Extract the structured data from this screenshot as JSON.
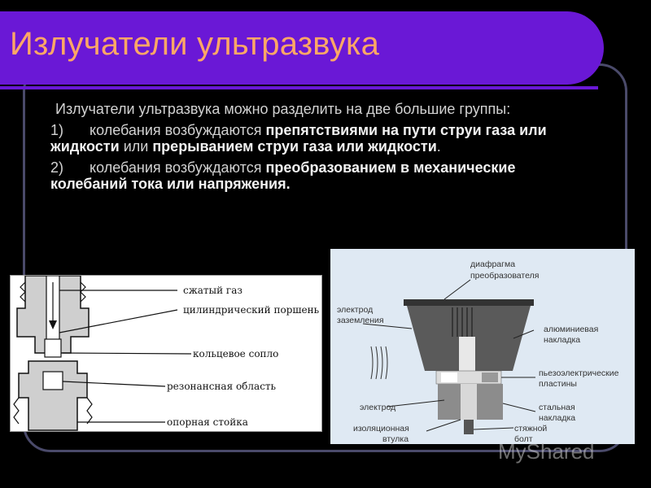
{
  "title": "Излучатели ультразвука",
  "intro": "Излучатели ультразвука можно разделить на две большие группы:",
  "items": [
    {
      "num": "1)",
      "t1": "колебания возбуждаются ",
      "b1": "препятствиями на пути струи газа или жидкости",
      "t2": " или ",
      "b2": "прерыванием струи газа или жидкости",
      "t3": "."
    },
    {
      "num": "2)",
      "t1": "колебания возбуждаются ",
      "b1": "преобразованием в механические колебаний тока или напряжения."
    }
  ],
  "left_diagram": {
    "labels": [
      "сжатый газ",
      "цилиндрический поршень",
      "кольцевое сопло",
      "резонансная область",
      "опорная стойка"
    ]
  },
  "right_diagram": {
    "labels": {
      "diaphragm_1": "диафрагма",
      "diaphragm_2": "преобразователя",
      "ground_1": "электрод",
      "ground_2": "заземления",
      "alu_1": "алюминиевая",
      "alu_2": "накладка",
      "piezo_1": "пьезоэлектрические",
      "piezo_2": "пластины",
      "electrode": "электрод",
      "steel_1": "стальная",
      "steel_2": "накладка",
      "insul_1": "изоляционная",
      "insul_2": "втулка",
      "bolt_1": "стяжной",
      "bolt_2": "болт"
    }
  },
  "watermark": "MyShared",
  "colors": {
    "title_bar": "#6a18d6",
    "title_text": "#ffa766",
    "background": "#000000"
  }
}
